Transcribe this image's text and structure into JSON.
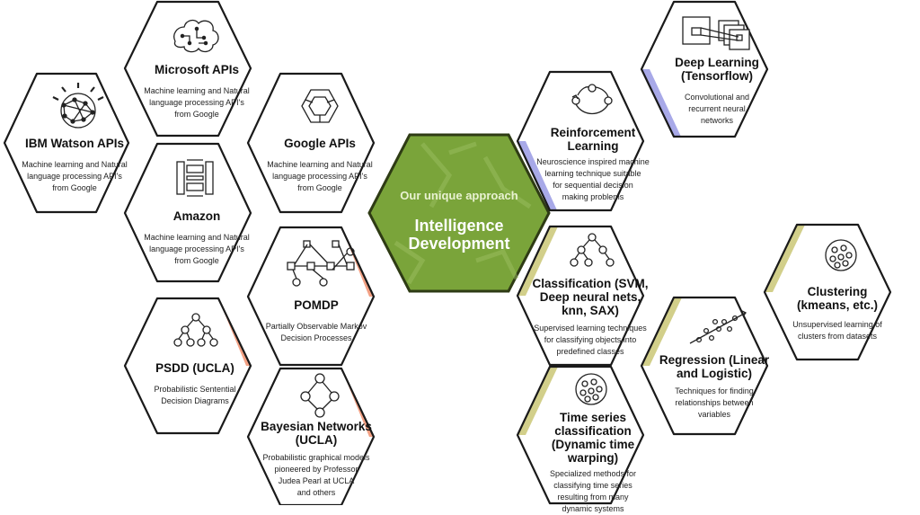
{
  "colors": {
    "teal": "#7ed3bf",
    "salmon": "#f3a184",
    "olive": "#d2cf8a",
    "lavender": "#a8a9e8",
    "center_fill": "#7aa43a",
    "center_border": "#2e3b14",
    "hex_border": "#1a1a1a"
  },
  "center": {
    "subtitle": "Our unique approach",
    "title_line1": "Intelligence",
    "title_line2": "Development"
  },
  "hexes": [
    {
      "id": "ibm",
      "icon": "ibm-watson-icon",
      "title": "IBM Watson APIs",
      "desc": [
        "Machine learning and Natural",
        "language processing API's",
        "from Google"
      ]
    },
    {
      "id": "microsoft",
      "icon": "brain-chip-icon",
      "title": "Microsoft APIs",
      "desc": [
        "Machine learning and Natural",
        "language processing API's",
        "from Google"
      ]
    },
    {
      "id": "amazon",
      "icon": "aws-icon",
      "title": "Amazon",
      "desc": [
        "Machine learning and Natural",
        "language processing API's",
        "from Google"
      ]
    },
    {
      "id": "google",
      "icon": "google-cloud-icon",
      "title": "Google APIs",
      "desc": [
        "Machine learning and Natural",
        "language processing API's",
        "from Google"
      ]
    },
    {
      "id": "pomdp",
      "icon": "markov-network-icon",
      "title": "POMDP",
      "desc": [
        "Partially Observable Markov",
        "Decision Processes"
      ]
    },
    {
      "id": "psdd",
      "icon": "tree-diagram-icon",
      "title": "PSDD (UCLA)",
      "desc": [
        "Probabilistic Sentential",
        "Decision Diagrams"
      ]
    },
    {
      "id": "bayes",
      "icon": "bayesian-graph-icon",
      "title": "Bayesian Networks (UCLA)",
      "desc": [
        "Probabilistic graphical models",
        "pioneered by Professor",
        "Judea Pearl at UCLA",
        "and others"
      ]
    },
    {
      "id": "deep",
      "icon": "layers-icon",
      "title": "Deep Learning (Tensorflow)",
      "desc": [
        "Convolutional and",
        "recurrent neural",
        "networks"
      ]
    },
    {
      "id": "reinforce",
      "icon": "cycle-icon",
      "title": "Reinforcement Learning",
      "desc": [
        "Neuroscience inspired machine",
        "learning technique suitable",
        "for sequential decision",
        "making problems"
      ]
    },
    {
      "id": "classification",
      "icon": "tree-diagram-icon",
      "title": "Classification (SVM, Deep neural nets, knn, SAX)",
      "desc": [
        "Supervised learning techniques",
        "for classifying objects into",
        "predefined classes"
      ]
    },
    {
      "id": "clustering",
      "icon": "cluster-icon",
      "title": "Clustering (kmeans, etc.)",
      "desc": [
        "Unsupervised learning of",
        "clusters from datasets"
      ]
    },
    {
      "id": "regression",
      "icon": "scatter-line-icon",
      "title": "Regression (Linear and Logistic)",
      "desc": [
        "Techniques for finding",
        "relationships between",
        "variables"
      ]
    },
    {
      "id": "timeseries",
      "icon": "cluster-icon",
      "title": "Time series classification (Dynamic time warping)",
      "desc": [
        "Specialized methods for",
        "classifying time series",
        "resulting from many",
        "dynamic systems"
      ]
    }
  ]
}
